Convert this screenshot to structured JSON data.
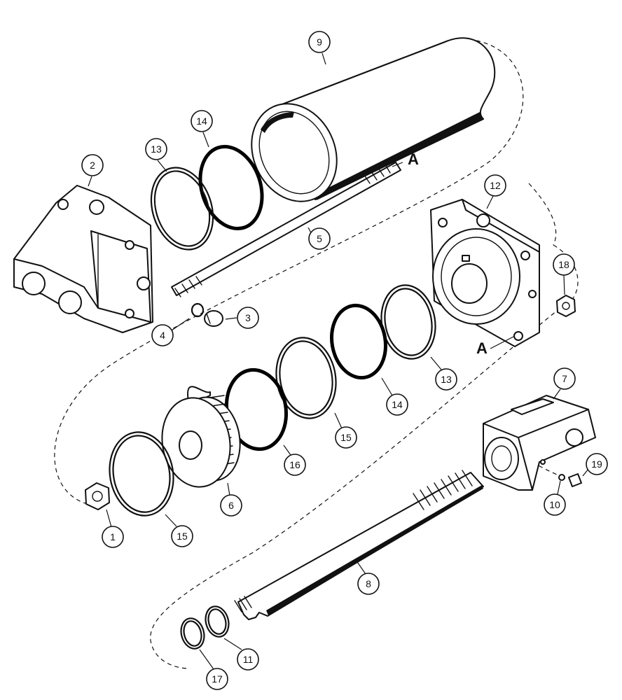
{
  "diagram": {
    "callouts": [
      "1",
      "2",
      "3",
      "4",
      "5",
      "6",
      "7",
      "8",
      "9",
      "10",
      "11",
      "12",
      "13",
      "14",
      "15",
      "16",
      "17",
      "18",
      "19"
    ],
    "extra_callouts": [
      "13",
      "14",
      "15"
    ],
    "reference_mark": "A"
  }
}
